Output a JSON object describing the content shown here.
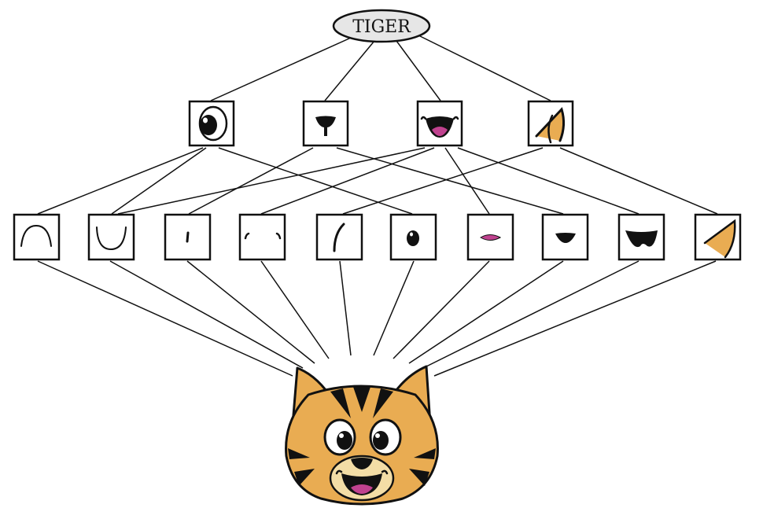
{
  "root": {
    "label": "TIGER"
  },
  "colors": {
    "tiger_orange": "#E9AC52",
    "mouth_pink": "#C0428F",
    "ink": "#111111",
    "root_fill": "#E6E6E6"
  },
  "mid_parts": [
    {
      "id": "m-eye",
      "icon": "eye-icon"
    },
    {
      "id": "m-nose",
      "icon": "nose-icon"
    },
    {
      "id": "m-mouth",
      "icon": "smile-mouth-icon"
    },
    {
      "id": "m-ear",
      "icon": "ear-icon"
    }
  ],
  "primitives": [
    {
      "id": "p-arc-down",
      "icon": "arch-curve-icon"
    },
    {
      "id": "p-arc-up",
      "icon": "cup-curve-icon"
    },
    {
      "id": "p-tick",
      "icon": "short-line-icon"
    },
    {
      "id": "p-corners",
      "icon": "corner-ticks-icon"
    },
    {
      "id": "p-curve",
      "icon": "curve-stroke-icon"
    },
    {
      "id": "p-dot",
      "icon": "oval-dot-icon"
    },
    {
      "id": "p-lens",
      "icon": "pink-lens-icon"
    },
    {
      "id": "p-nose-shape",
      "icon": "nose-shape-icon"
    },
    {
      "id": "p-mouth-shape",
      "icon": "mouth-shape-icon"
    },
    {
      "id": "p-ear-shape",
      "icon": "ear-shape-icon"
    }
  ],
  "output": {
    "icon": "tiger-face-icon"
  }
}
